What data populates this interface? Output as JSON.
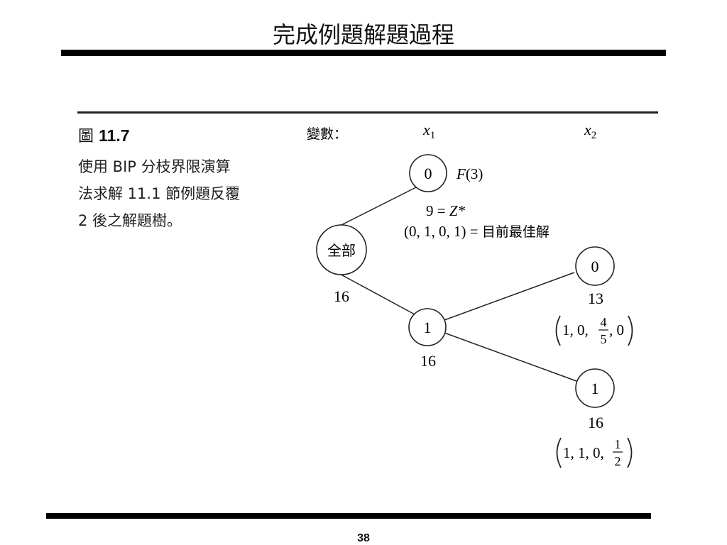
{
  "slide": {
    "title": "完成例題解題過程",
    "page_number": "38"
  },
  "figure": {
    "label_prefix": "圖",
    "label_number": "11.7",
    "caption_lines": [
      "使用 BIP 分枝界限演算",
      "法求解 11.1 節例題反覆",
      "2 後之解題樹。"
    ]
  },
  "tree": {
    "variables_label": "變數：",
    "x1": "x",
    "x1_sub": "1",
    "x2": "x",
    "x2_sub": "2",
    "root": {
      "label": "全部",
      "bound": "16"
    },
    "node_x1_0": {
      "label": "0",
      "fathom_F": "F",
      "fathom_arg": "(3)",
      "value_line": "9 = ",
      "value_z": "Z*",
      "solution": "(0, 1, 0, 1) = ",
      "incumbent_label": "目前最佳解"
    },
    "node_x1_1": {
      "label": "1",
      "bound": "16"
    },
    "node_x2_0": {
      "label": "0",
      "bound": "13",
      "solution_prefix": "1, 0, ",
      "frac_num": "4",
      "frac_den": "5",
      "solution_suffix": ", 0"
    },
    "node_x2_1": {
      "label": "1",
      "bound": "16",
      "solution_prefix": "1, 1, 0, ",
      "frac_num": "1",
      "frac_den": "2"
    }
  }
}
